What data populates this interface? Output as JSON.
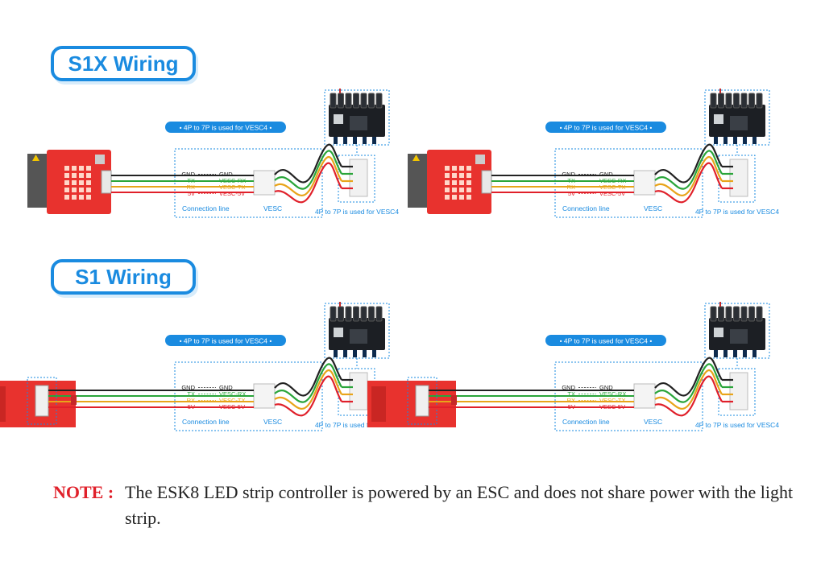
{
  "s1x": {
    "title": "S1X Wiring"
  },
  "s1": {
    "title": "S1 Wiring"
  },
  "diagram": {
    "pill_text": "4P to 7P is used for VESC4",
    "bottom_caption": "4P to 7P is used for VESC4",
    "connection_label": "Connection line",
    "vesc_label": "VESC",
    "wires": [
      {
        "left": "GND",
        "right": "GND",
        "color": "#222222"
      },
      {
        "left": "TX",
        "right": "VESC-RX",
        "color": "#2aa53a"
      },
      {
        "left": "RX",
        "right": "VESC-TX",
        "color": "#e8a41a"
      },
      {
        "left": "5V",
        "right": "VESC-5V",
        "color": "#e0202a"
      }
    ]
  },
  "note": {
    "label": "NOTE :",
    "text": "The ESK8 LED strip controller is powered by an ESC and does not share power with the light strip."
  },
  "colors": {
    "accent": "#1a8be0",
    "note_red": "#e0202a",
    "board_red": "#e8322e"
  }
}
